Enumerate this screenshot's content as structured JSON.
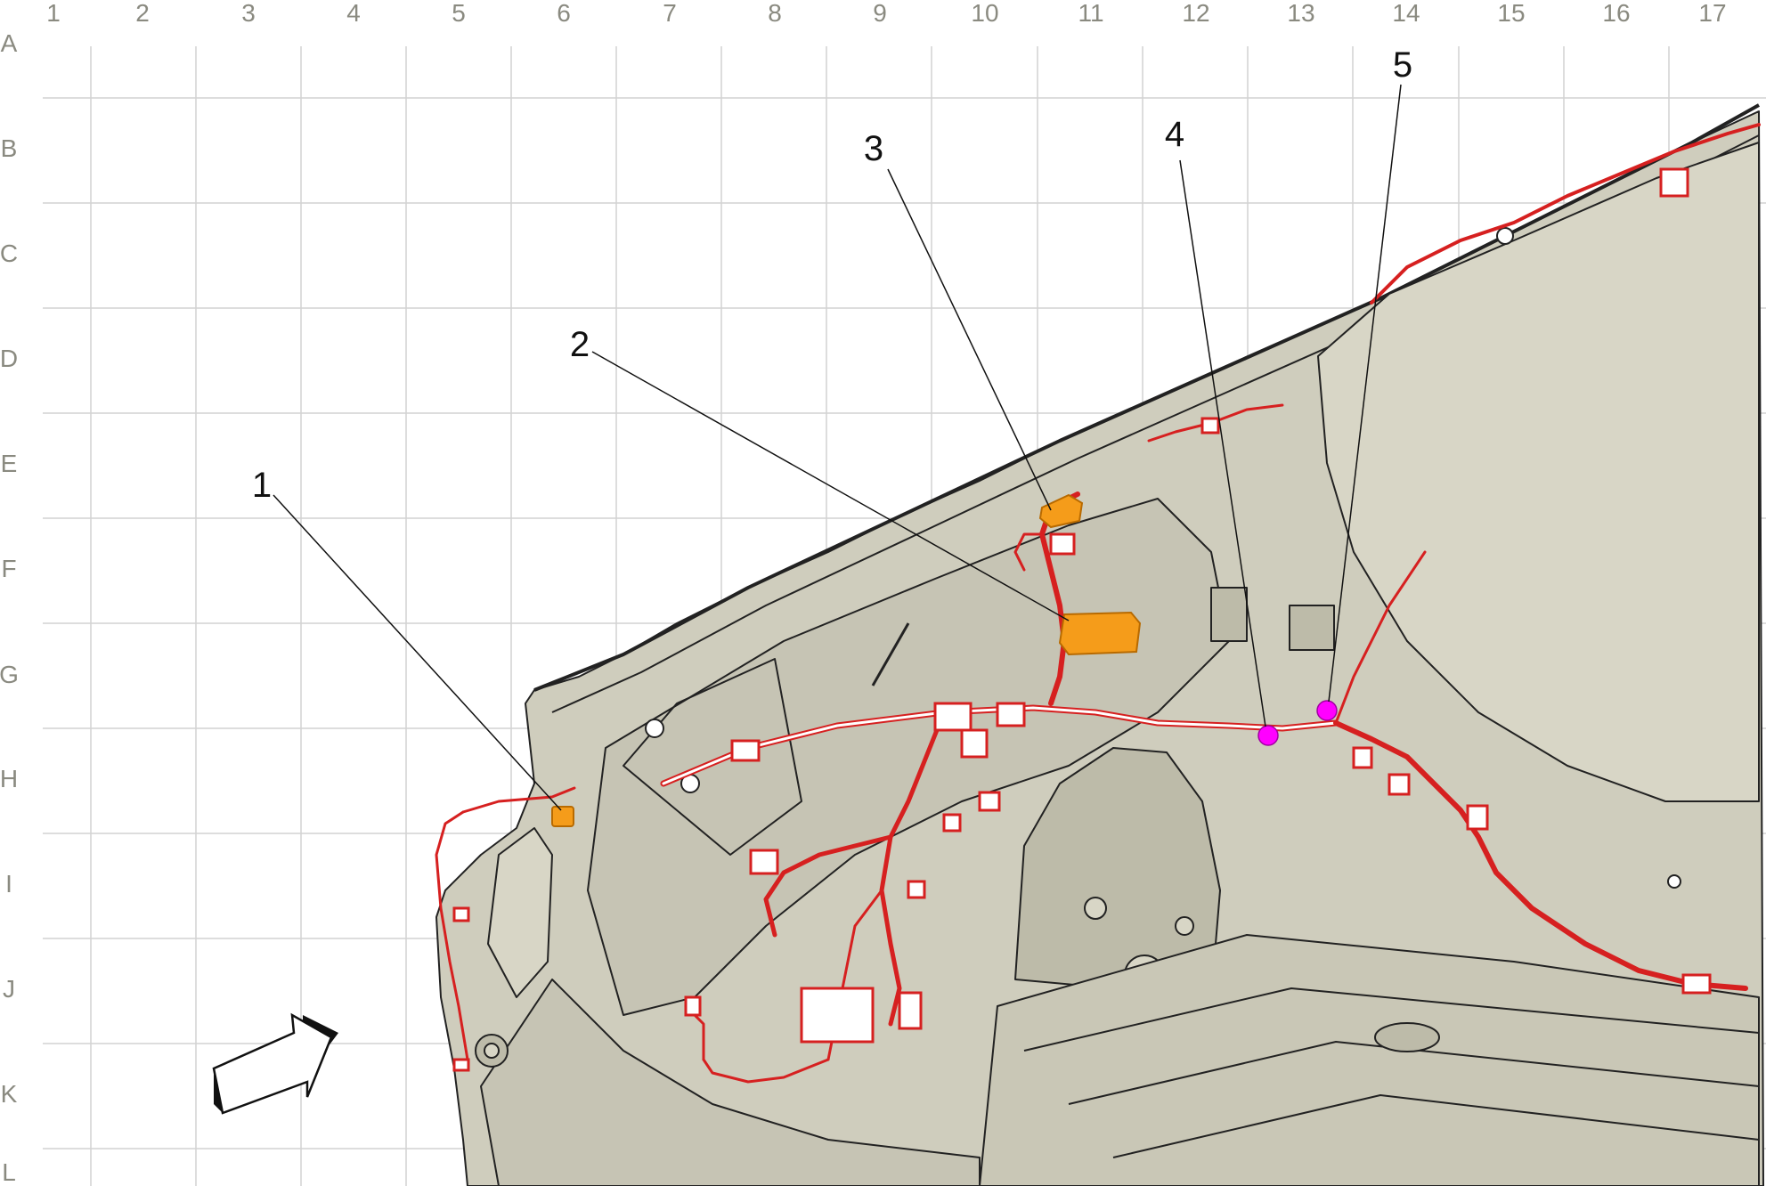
{
  "diagram": {
    "columns": [
      "1",
      "2",
      "3",
      "4",
      "5",
      "6",
      "7",
      "8",
      "9",
      "10",
      "11",
      "12",
      "13",
      "14",
      "15",
      "16",
      "17"
    ],
    "rows": [
      "A",
      "B",
      "C",
      "D",
      "E",
      "F",
      "G",
      "H",
      "I",
      "J",
      "K",
      "L"
    ],
    "callouts": [
      {
        "label": "1"
      },
      {
        "label": "2"
      },
      {
        "label": "3"
      },
      {
        "label": "4"
      },
      {
        "label": "5"
      }
    ],
    "colors": {
      "grid": "#d2d2d2",
      "grid_labels": "#8a8a80",
      "body_fill": "#cfcdbd",
      "body_outline": "#222222",
      "harness": "#d62020",
      "connector_orange": "#f59c1a",
      "ground_magenta": "#ff00ff",
      "leader": "#111111"
    },
    "icons": [
      "view-direction-arrow-icon"
    ]
  }
}
